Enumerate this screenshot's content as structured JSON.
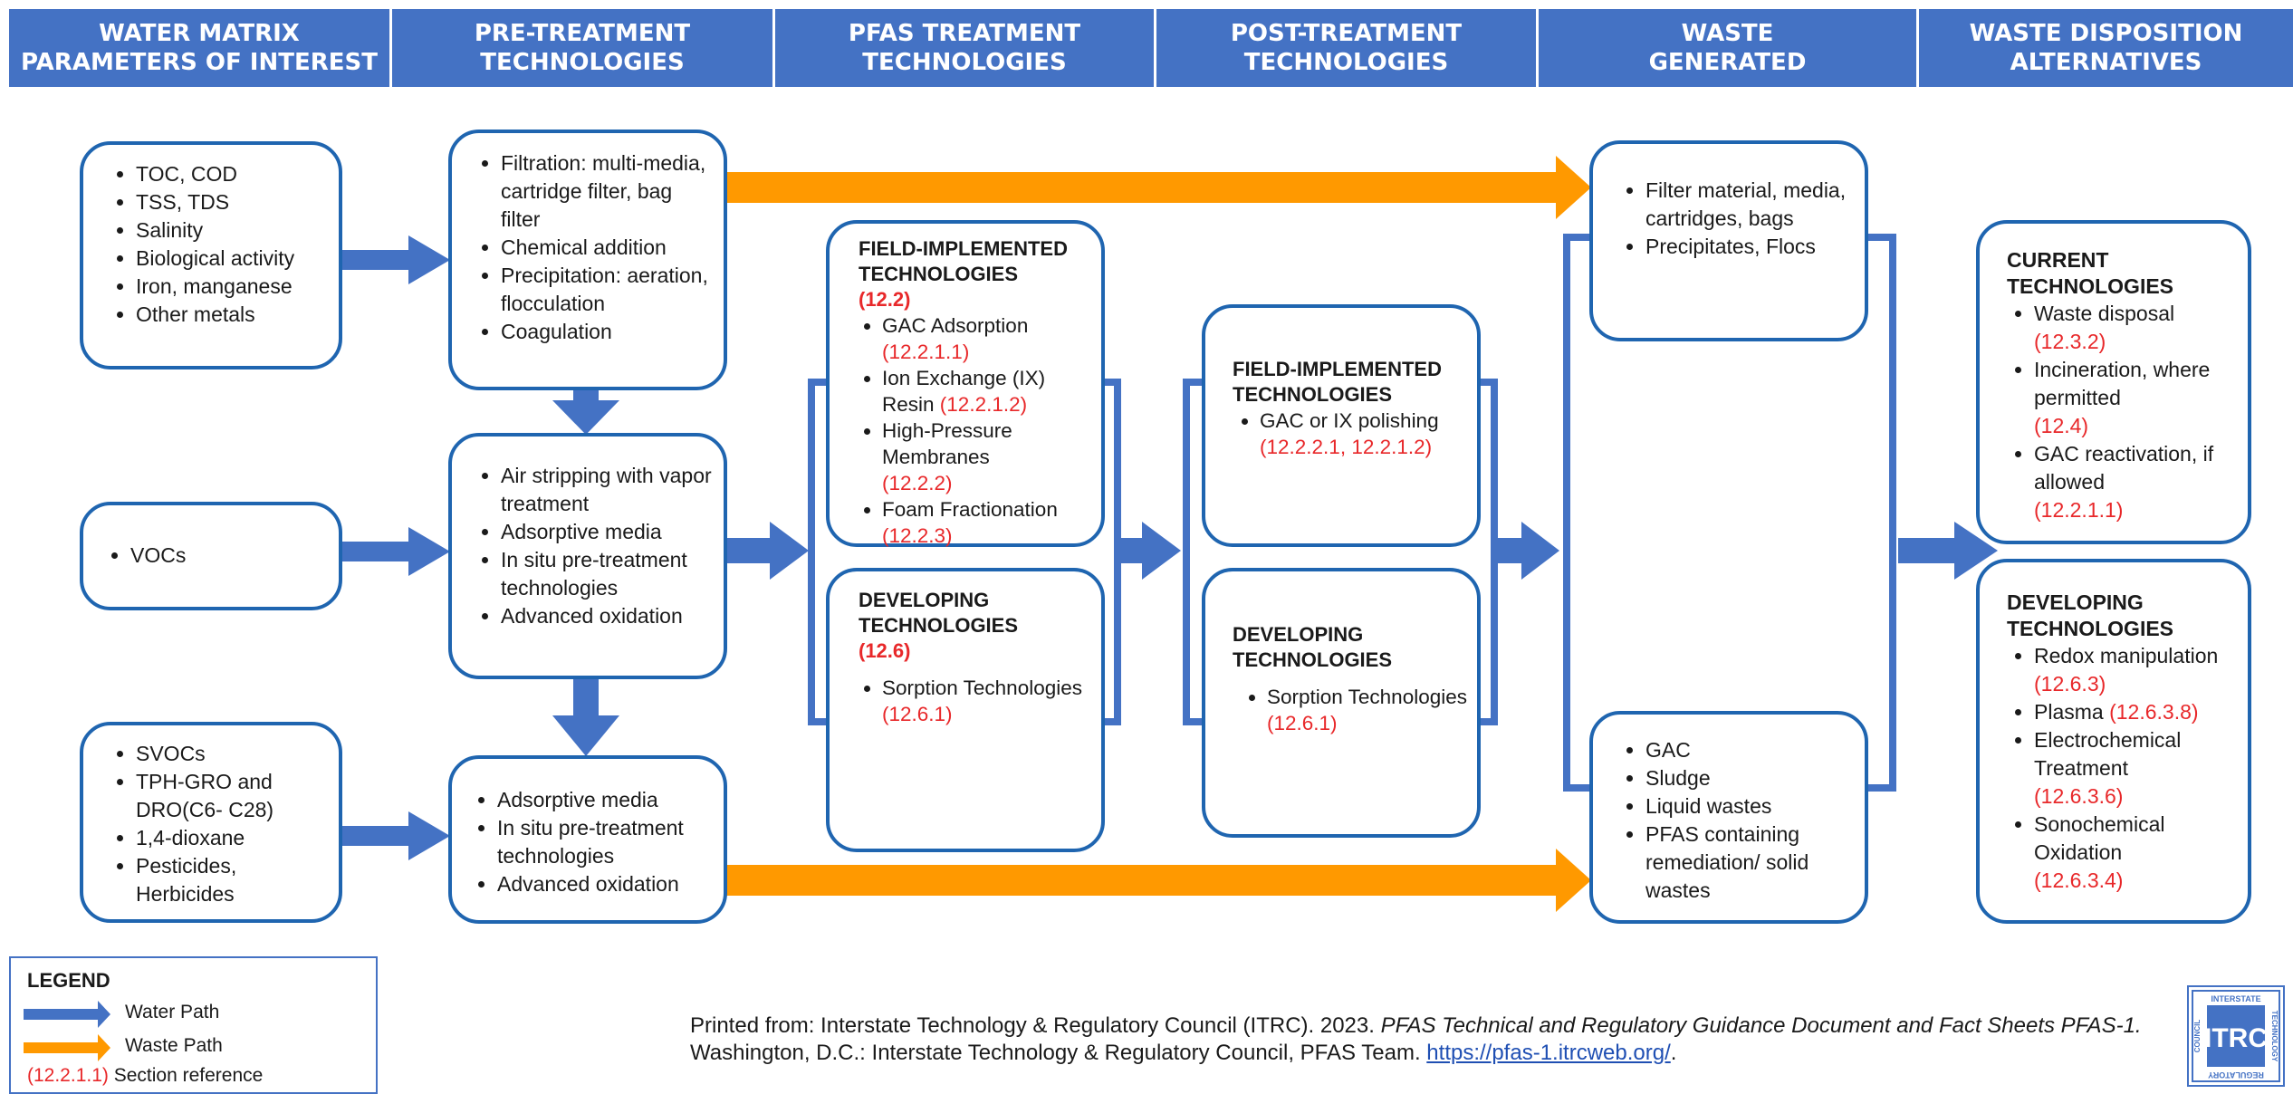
{
  "headers": [
    "WATER MATRIX\nPARAMETERS OF INTEREST",
    "PRE-TREATMENT\nTECHNOLOGIES",
    "PFAS TREATMENT\nTECHNOLOGIES",
    "POST-TREATMENT\nTECHNOLOGIES",
    "WASTE\nGENERATED",
    "WASTE DISPOSITION\nALTERNATIVES"
  ],
  "water_matrix": {
    "box1": [
      "TOC, COD",
      "TSS, TDS",
      "Salinity",
      "Biological activity",
      "Iron, manganese",
      "Other metals"
    ],
    "box2": [
      "VOCs"
    ],
    "box3": [
      "SVOCs",
      "TPH-GRO and DRO(C6- C28)",
      "1,4-dioxane",
      "Pesticides, Herbicides"
    ]
  },
  "pretreatment": {
    "box1": [
      "Filtration: multi-media, cartridge filter, bag filter",
      "Chemical addition",
      "Precipitation: aeration, flocculation",
      "Coagulation"
    ],
    "box2": [
      "Air stripping with vapor treatment",
      "Adsorptive media",
      "In situ pre-treatment technologies",
      "Advanced oxidation"
    ],
    "box3": [
      "Adsorptive media",
      "In situ pre-treatment technologies",
      "Advanced oxidation"
    ]
  },
  "pfas": {
    "field_title": "FIELD-IMPLEMENTED TECHNOLOGIES",
    "field_ref": "(12.2)",
    "field_items": [
      {
        "text": "GAC Adsorption",
        "ref": "(12.2.1.1)"
      },
      {
        "text": "Ion Exchange (IX) Resin",
        "ref": "(12.2.1.2)"
      },
      {
        "text": "High-Pressure Membranes",
        "ref": "(12.2.2)"
      },
      {
        "text": "Foam Fractionation",
        "ref": "(12.2.3)"
      }
    ],
    "dev_title": "DEVELOPING TECHNOLOGIES",
    "dev_ref": "(12.6)",
    "dev_items": [
      {
        "text": "Sorption Technologies",
        "ref": "(12.6.1)"
      }
    ]
  },
  "post": {
    "field_title": "FIELD-IMPLEMENTED TECHNOLOGIES",
    "field_items": [
      {
        "text": "GAC or IX polishing",
        "ref": "(12.2.2.1, 12.2.1.2)"
      }
    ],
    "dev_title": "DEVELOPING TECHNOLOGIES",
    "dev_items": [
      {
        "text": "Sorption Technologies",
        "ref": "(12.6.1)"
      }
    ]
  },
  "waste": {
    "box1": [
      "Filter material, media, cartridges, bags",
      "Precipitates, Flocs"
    ],
    "box2": [
      "GAC",
      "Sludge",
      "Liquid wastes",
      "PFAS containing remediation/ solid wastes"
    ]
  },
  "disposition": {
    "current_title": "CURRENT TECHNOLOGIES",
    "current_items": [
      {
        "text": "Waste disposal",
        "ref": "(12.3.2)"
      },
      {
        "text": "Incineration, where permitted",
        "ref": "(12.4)"
      },
      {
        "text": "GAC reactivation, if allowed",
        "ref": "(12.2.1.1)"
      }
    ],
    "dev_title": "DEVELOPING TECHNOLOGIES",
    "dev_items": [
      {
        "text": "Redox manipulation",
        "ref": "(12.6.3)"
      },
      {
        "text": "Plasma",
        "ref": "(12.6.3.8)"
      },
      {
        "text": "Electrochemical Treatment",
        "ref": "(12.6.3.6)"
      },
      {
        "text": "Sonochemical Oxidation",
        "ref": "(12.6.3.4)"
      }
    ]
  },
  "legend": {
    "title": "LEGEND",
    "water_path": "Water Path",
    "waste_path": "Waste Path",
    "section_ref_sample": "(12.2.1.1)",
    "section_ref_label": "Section reference"
  },
  "footer": {
    "prefix": "Printed from: Interstate Technology & Regulatory Council (ITRC). 2023. ",
    "title_italic": "PFAS Technical and Regulatory Guidance Document and Fact Sheets PFAS-1.",
    "suffix": " Washington, D.C.: Interstate Technology & Regulatory Council, PFAS Team. ",
    "link": "https://pfas-1.itrcweb.org/",
    "end": "."
  },
  "logo": {
    "main": "ITRC",
    "top": "INTERSTATE",
    "right": "TECHNOLOGY",
    "left": "COUNCIL",
    "bottom": "REGULATORY"
  },
  "colors": {
    "water_path": "#4472c4",
    "waste_path": "#ff9900",
    "reference": "#e8282a",
    "box_border": "#1f65b0",
    "header": "#4472c4"
  }
}
